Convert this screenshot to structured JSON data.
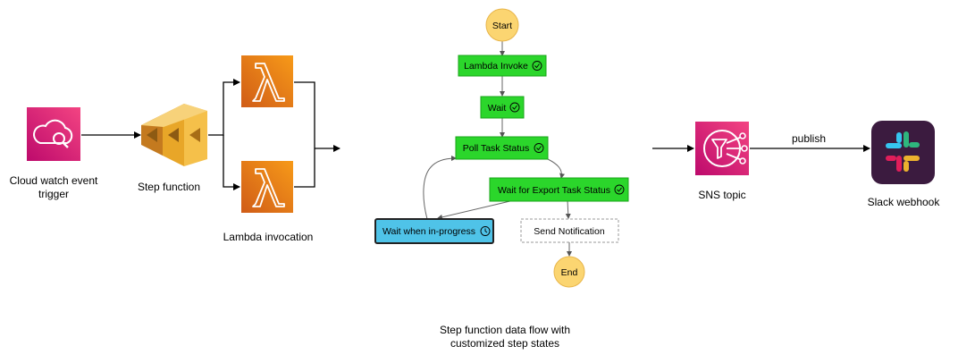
{
  "services": {
    "cloudwatch": {
      "label_line1": "Cloud watch event",
      "label_line2": "trigger",
      "icon": "cloudwatch-events-icon",
      "color": "#e7157b"
    },
    "step_function": {
      "label": "Step function",
      "icon": "step-functions-icon",
      "color": "#e8a628"
    },
    "lambda_group": {
      "label": "Lambda invocation",
      "icon": "lambda-icon",
      "color": "#ef7d12"
    },
    "sns": {
      "label": "SNS topic",
      "icon": "sns-icon",
      "color": "#e7157b"
    },
    "slack": {
      "label": "Slack webhook",
      "icon": "slack-icon",
      "color": "#3b1b3f"
    }
  },
  "edge_labels": {
    "publish": "publish"
  },
  "workflow": {
    "start": "Start",
    "lambda_invoke": "Lambda Invoke",
    "wait": "Wait",
    "poll_task_status": "Poll Task Status",
    "wait_for_export": "Wait for Export Task Status",
    "wait_in_progress": "Wait when in-progress",
    "send_notification": "Send Notification",
    "end": "End"
  },
  "caption": {
    "line1": "Step function data flow with",
    "line2": "customized step states"
  },
  "colors": {
    "state_green": "#2bd62b",
    "state_blue": "#4fc3e8",
    "terminal_yellow": "#fbd571"
  }
}
